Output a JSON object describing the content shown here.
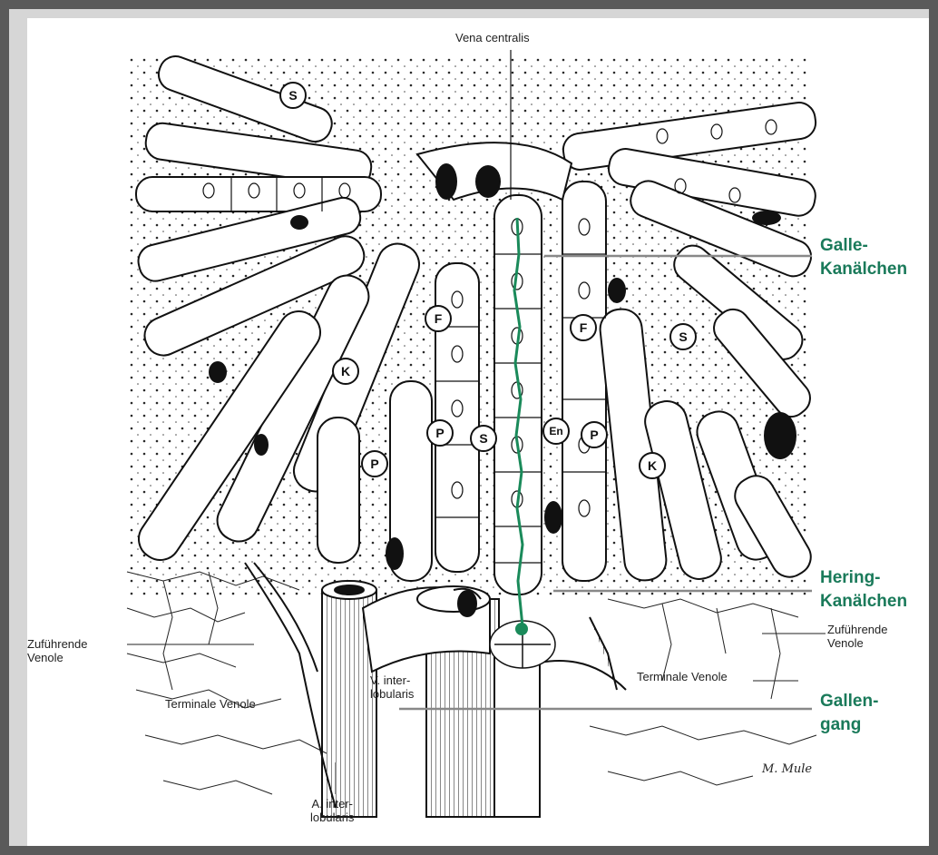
{
  "labels": {
    "vena_centralis": "Vena centralis",
    "zufuehrende_left": "Zuführende\nVenole",
    "zufuehrende_right": "Zuführende\nVenole",
    "terminale_left": "Terminale Venole",
    "terminale_right": "Terminale Venole",
    "v_interlobularis": "V. inter-\nlobularis",
    "a_interlobularis": "A. inter-\nlobularis",
    "signature": "M. Mule"
  },
  "green_labels": {
    "galle_1": "Galle-",
    "galle_2": "Kanälchen",
    "hering_1": "Hering-",
    "hering_2": "Kanälchen",
    "gallen_1": "Gallen-",
    "gallen_2": "gang"
  },
  "circle_labels": {
    "s1": "S",
    "s2": "S",
    "s3": "S",
    "k1": "K",
    "k2": "K",
    "f1": "F",
    "f2": "F",
    "p1": "P",
    "p2": "P",
    "p3": "P",
    "en": "En"
  },
  "colors": {
    "background": "#5a5a5a",
    "panel": "#ffffff",
    "ink": "#111111",
    "bile_green": "#1a8a5a",
    "green_label": "#1a7a5a",
    "leader_gray": "#888888"
  }
}
